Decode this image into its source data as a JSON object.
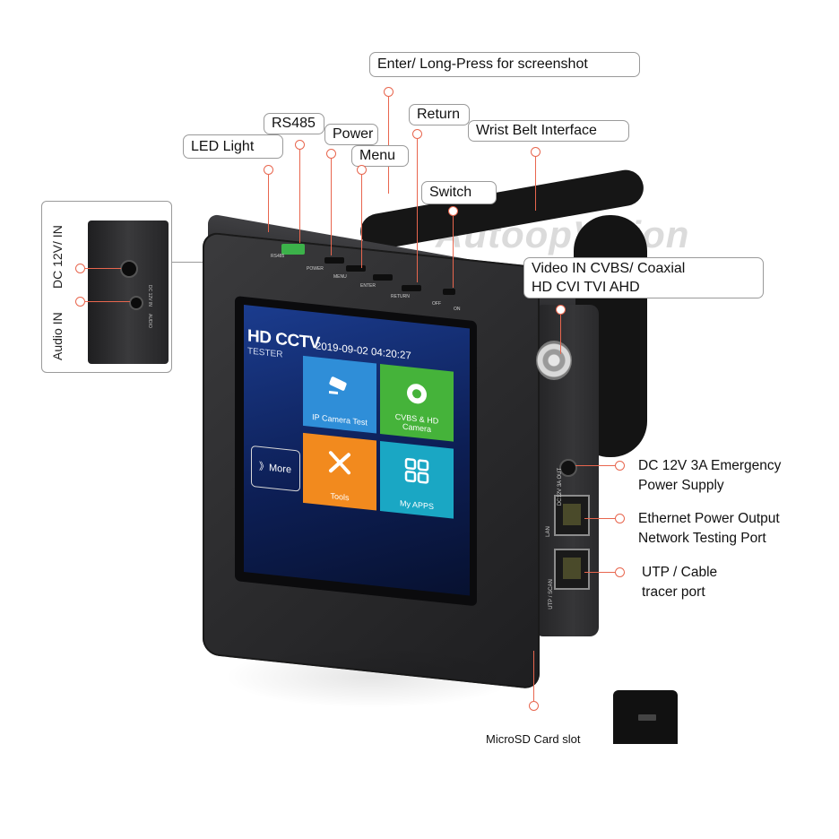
{
  "callouts": {
    "enter": "Enter/ Long-Press for screenshot",
    "return": "Return",
    "rs485": "RS485",
    "power": "Power",
    "wrist": "Wrist Belt Interface",
    "led": "LED Light",
    "menu": "Menu",
    "switch": "Switch",
    "video_line1": "Video IN  CVBS/ Coaxial",
    "video_line2": " HD CVI TVI AHD",
    "dc_line1": "DC 12V 3A Emergency",
    "dc_line2": "Power Supply",
    "eth_line1": "Ethernet Power Output",
    "eth_line2": "Network Testing Port",
    "utp_line1": "UTP / Cable",
    "utp_line2": "tracer port",
    "microsd": "MicroSD Card slot"
  },
  "inset": {
    "dc_label": "DC 12V/ IN",
    "audio_label": "Audio IN",
    "port_text1": "DC 12V IN",
    "port_text2": "AUDIO"
  },
  "screen": {
    "title": "HD CCTV",
    "subtitle": "TESTER",
    "datetime": "2019-09-02 04:20:27",
    "more": "》More",
    "tiles": [
      {
        "label": "IP Camera Test",
        "icon": "ip-camera-icon",
        "color": "#2f8ed8"
      },
      {
        "label": "CVBS & HD Camera",
        "icon": "dome-camera-icon",
        "color": "#45b33a"
      },
      {
        "label": "Tools",
        "icon": "tools-icon",
        "color": "#f28a1e"
      },
      {
        "label": "My APPS",
        "icon": "apps-grid-icon",
        "color": "#1aa7c4"
      }
    ]
  },
  "device_text": {
    "top_labels": [
      "RS485",
      "POWER",
      "MENU",
      "ENTER",
      "RETURN",
      "OFF",
      "ON"
    ],
    "side_labels": [
      "DC12V 3A OUT",
      "LAN",
      "UTP / SCAN"
    ]
  },
  "watermark": "AutoopVision",
  "accent": "#e8664e"
}
